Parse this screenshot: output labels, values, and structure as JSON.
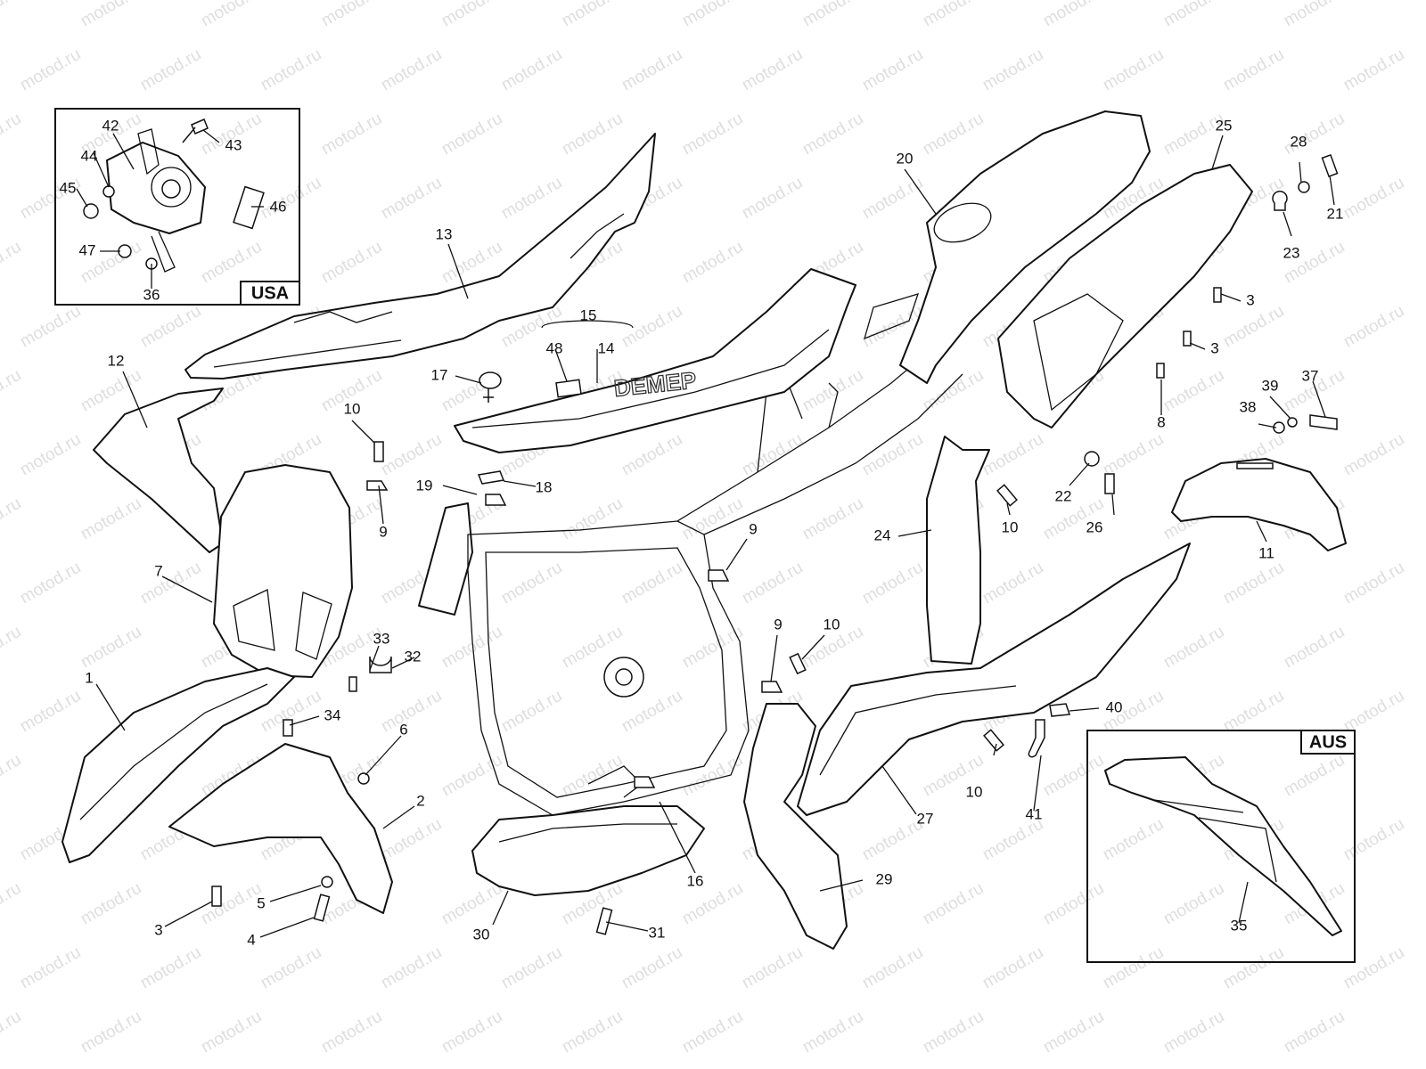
{
  "watermark": "motod.ru",
  "seat_logo": "DEMEP",
  "region_boxes": [
    {
      "id": "usa",
      "tag": "USA"
    },
    {
      "id": "aus",
      "tag": "AUS"
    }
  ],
  "callouts": [
    {
      "id": "c1",
      "label": "1"
    },
    {
      "id": "c2",
      "label": "2"
    },
    {
      "id": "c3a",
      "label": "3"
    },
    {
      "id": "c3b",
      "label": "3"
    },
    {
      "id": "c3c",
      "label": "3"
    },
    {
      "id": "c4",
      "label": "4"
    },
    {
      "id": "c5",
      "label": "5"
    },
    {
      "id": "c6",
      "label": "6"
    },
    {
      "id": "c7",
      "label": "7"
    },
    {
      "id": "c8",
      "label": "8"
    },
    {
      "id": "c9a",
      "label": "9"
    },
    {
      "id": "c9b",
      "label": "9"
    },
    {
      "id": "c9c",
      "label": "9"
    },
    {
      "id": "c10a",
      "label": "10"
    },
    {
      "id": "c10b",
      "label": "10"
    },
    {
      "id": "c10c",
      "label": "10"
    },
    {
      "id": "c10d",
      "label": "10"
    },
    {
      "id": "c11",
      "label": "11"
    },
    {
      "id": "c12",
      "label": "12"
    },
    {
      "id": "c13",
      "label": "13"
    },
    {
      "id": "c14",
      "label": "14"
    },
    {
      "id": "c15",
      "label": "15"
    },
    {
      "id": "c16",
      "label": "16"
    },
    {
      "id": "c17",
      "label": "17"
    },
    {
      "id": "c18",
      "label": "18"
    },
    {
      "id": "c19",
      "label": "19"
    },
    {
      "id": "c20",
      "label": "20"
    },
    {
      "id": "c21",
      "label": "21"
    },
    {
      "id": "c22",
      "label": "22"
    },
    {
      "id": "c23",
      "label": "23"
    },
    {
      "id": "c24",
      "label": "24"
    },
    {
      "id": "c25",
      "label": "25"
    },
    {
      "id": "c26",
      "label": "26"
    },
    {
      "id": "c27",
      "label": "27"
    },
    {
      "id": "c28",
      "label": "28"
    },
    {
      "id": "c29",
      "label": "29"
    },
    {
      "id": "c30",
      "label": "30"
    },
    {
      "id": "c31",
      "label": "31"
    },
    {
      "id": "c32",
      "label": "32"
    },
    {
      "id": "c33",
      "label": "33"
    },
    {
      "id": "c34",
      "label": "34"
    },
    {
      "id": "c35",
      "label": "35"
    },
    {
      "id": "c36",
      "label": "36"
    },
    {
      "id": "c37",
      "label": "37"
    },
    {
      "id": "c38",
      "label": "38"
    },
    {
      "id": "c39",
      "label": "39"
    },
    {
      "id": "c40",
      "label": "40"
    },
    {
      "id": "c41",
      "label": "41"
    },
    {
      "id": "c42",
      "label": "42"
    },
    {
      "id": "c43",
      "label": "43"
    },
    {
      "id": "c44",
      "label": "44"
    },
    {
      "id": "c45",
      "label": "45"
    },
    {
      "id": "c46",
      "label": "46"
    },
    {
      "id": "c47",
      "label": "47"
    },
    {
      "id": "c48",
      "label": "48"
    }
  ]
}
